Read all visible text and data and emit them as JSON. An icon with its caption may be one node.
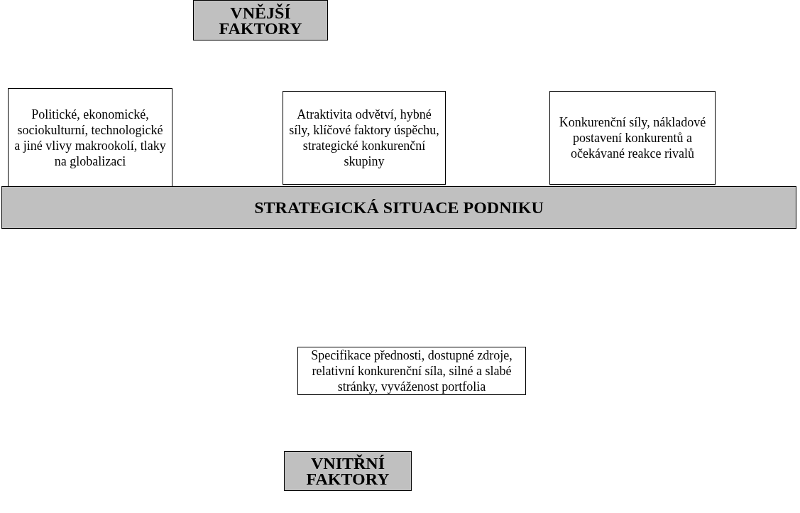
{
  "diagram": {
    "nodes": [
      {
        "text": [
          "VNĚJŠÍ FAKTORY"
        ]
      },
      {
        "text": [
          "Politické, ekonomické, sociokulturní, technologické a jiné vlivy makrookolí, tlaky na globalizaci"
        ]
      },
      {
        "text": [
          "Atraktivita odvětví, hybné síly, klíčové faktory úspěchu, strategické konkurenční skupiny"
        ]
      },
      {
        "text": [
          "Konkurenční síly, nákladové postavení konkurentů a očekávané reakce rivalů"
        ]
      },
      {
        "text": [
          "STRATEGICKÁ SITUACE PODNIKU"
        ]
      },
      {
        "text": [
          "Specifikace přednosti, dostupné zdroje, relativní konkurenční síla, silné a slabé stránky, vyváženost portfolia"
        ]
      },
      {
        "text": [
          "VNITŘNÍ FAKTORY"
        ]
      }
    ],
    "edges": []
  }
}
